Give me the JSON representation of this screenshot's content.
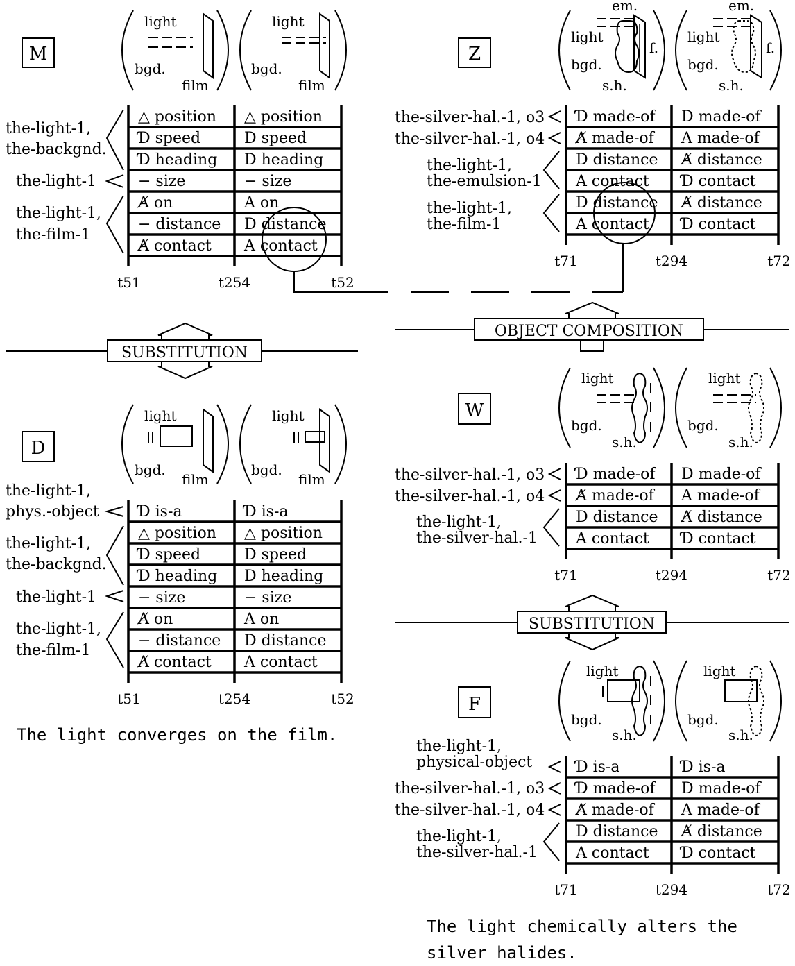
{
  "panels": {
    "M": {
      "label": "M",
      "picture": {
        "light": "light",
        "bgd": "bgd.",
        "film": "film"
      },
      "rows": [
        {
          "a": "△ position",
          "b": "△ position"
        },
        {
          "a": "Ɗ speed",
          "b": "D speed"
        },
        {
          "a": "Ɗ heading",
          "b": "D heading"
        },
        {
          "a": "− size",
          "b": "− size"
        },
        {
          "a": "A̸ on",
          "b": "A on"
        },
        {
          "a": "− distance",
          "b": "D distance"
        },
        {
          "a": "A̸ contact",
          "b": "A contact"
        }
      ],
      "groups": [
        {
          "lines": [
            "the-light-1,",
            "the-backgnd."
          ]
        },
        {
          "lines": [
            "the-light-1"
          ]
        },
        {
          "lines": [
            "the-light-1,",
            "the-film-1"
          ]
        }
      ],
      "times": [
        "t51",
        "t254",
        "t52"
      ]
    },
    "D": {
      "label": "D",
      "picture": {
        "light": "light",
        "bgd": "bgd.",
        "film": "film"
      },
      "rows": [
        {
          "a": "Ɗ is-a",
          "b": "Ɗ is-a"
        },
        {
          "a": "△ position",
          "b": "△ position"
        },
        {
          "a": "Ɗ speed",
          "b": "D speed"
        },
        {
          "a": "Ɗ heading",
          "b": "D heading"
        },
        {
          "a": "− size",
          "b": "− size"
        },
        {
          "a": "A̸ on",
          "b": "A on"
        },
        {
          "a": "− distance",
          "b": "D distance"
        },
        {
          "a": "A̸ contact",
          "b": "A contact"
        }
      ],
      "groups": [
        {
          "lines": [
            "the-light-1,",
            "phys.-object"
          ]
        },
        {
          "lines": [
            "the-light-1,",
            "the-backgnd."
          ]
        },
        {
          "lines": [
            "the-light-1"
          ]
        },
        {
          "lines": [
            "the-light-1,",
            "the-film-1"
          ]
        }
      ],
      "times": [
        "t51",
        "t254",
        "t52"
      ]
    },
    "Z": {
      "label": "Z",
      "picture": {
        "em": "em.",
        "light": "light",
        "bgd": "bgd.",
        "f": "f.",
        "sh": "s.h."
      },
      "rows": [
        {
          "a": "Ɗ made-of",
          "b": "D made-of"
        },
        {
          "a": "A̸ made-of",
          "b": "A made-of"
        },
        {
          "a": "D distance",
          "b": "A̸ distance"
        },
        {
          "a": "A contact",
          "b": "Ɗ contact"
        },
        {
          "a": "D distance",
          "b": "A̸ distance"
        },
        {
          "a": "A contact",
          "b": "Ɗ contact"
        }
      ],
      "groups": [
        {
          "lines": [
            "the-silver-hal.-1, o3"
          ]
        },
        {
          "lines": [
            "the-silver-hal.-1, o4"
          ]
        },
        {
          "lines": [
            "the-light-1,",
            "the-emulsion-1"
          ]
        },
        {
          "lines": [
            "the-light-1,",
            "the-film-1"
          ]
        }
      ],
      "times": [
        "t71",
        "t294",
        "t72"
      ]
    },
    "W": {
      "label": "W",
      "picture": {
        "light": "light",
        "bgd": "bgd.",
        "sh": "s.h."
      },
      "rows": [
        {
          "a": "Ɗ made-of",
          "b": "D made-of"
        },
        {
          "a": "A̸ made-of",
          "b": "A made-of"
        },
        {
          "a": "D distance",
          "b": "A̸ distance"
        },
        {
          "a": "A contact",
          "b": "Ɗ contact"
        }
      ],
      "groups": [
        {
          "lines": [
            "the-silver-hal.-1, o3"
          ]
        },
        {
          "lines": [
            "the-silver-hal.-1, o4"
          ]
        },
        {
          "lines": [
            "the-light-1,",
            "the-silver-hal.-1"
          ]
        }
      ],
      "times": [
        "t71",
        "t294",
        "t72"
      ]
    },
    "F": {
      "label": "F",
      "picture": {
        "light": "light",
        "bgd": "bgd.",
        "sh": "s.h."
      },
      "rows": [
        {
          "a": "Ɗ is-a",
          "b": "Ɗ is-a"
        },
        {
          "a": "Ɗ made-of",
          "b": "D made-of"
        },
        {
          "a": "A̸ made-of",
          "b": "A made-of"
        },
        {
          "a": "D distance",
          "b": "A̸ distance"
        },
        {
          "a": "A contact",
          "b": "Ɗ contact"
        }
      ],
      "groups": [
        {
          "lines": [
            "the-light-1,",
            "physical-object"
          ]
        },
        {
          "lines": [
            "the-silver-hal.-1, o3"
          ]
        },
        {
          "lines": [
            "the-silver-hal.-1, o4"
          ]
        },
        {
          "lines": [
            "the-light-1,",
            "the-silver-hal.-1"
          ]
        }
      ],
      "times": [
        "t71",
        "t294",
        "t72"
      ]
    }
  },
  "operators": {
    "substitution_left": "SUBSTITUTION",
    "object_composition": "OBJECT COMPOSITION",
    "substitution_right": "SUBSTITUTION"
  },
  "captions": {
    "left": "The light converges on the film.",
    "right_line1": "The light chemically alters the",
    "right_line2": "silver halides."
  }
}
